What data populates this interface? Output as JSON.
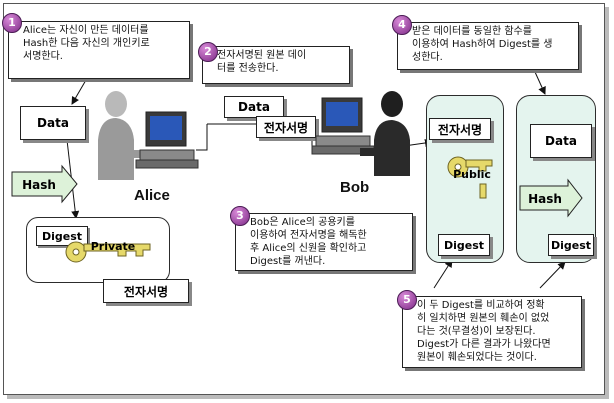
{
  "notes": {
    "n1": {
      "num": "1",
      "line1": "Alice는 자신이 만든 데이터를",
      "line2": "Hash한 다음 자신의 개인키로",
      "line3": "서명한다."
    },
    "n2": {
      "num": "2",
      "line1": "전자서명된 원본 데이",
      "line2": "터를 전송한다."
    },
    "n3": {
      "num": "3",
      "line1": "Bob은 Alice의 공용키를",
      "line2": "이용하여 전자서명을 해독한",
      "line3": "후 Alice의 신원을 확인하고",
      "line4": "Digest를 꺼낸다."
    },
    "n4": {
      "num": "4",
      "line1": "받은 데이터를 동일한 함수를",
      "line2": "이용하여 Hash하여 Digest를 생",
      "line3": "성한다."
    },
    "n5": {
      "num": "5",
      "line1": "이 두 Digest를 비교하여 정확",
      "line2": "히 일치하면 원본의 훼손이 없었",
      "line3": "다는 것(무결성)이 보장된다.",
      "line4": "Digest가 다른 결과가 나왔다면",
      "line5": "원본이 훼손되었다는 것이다."
    }
  },
  "alice": {
    "name": "Alice",
    "data": "Data",
    "hash": "Hash",
    "digest": "Digest",
    "key": "Private",
    "signature": "전자서명"
  },
  "transfer": {
    "data": "Data",
    "signature": "전자서명"
  },
  "bob": {
    "name": "Bob",
    "signature": "전자서명",
    "key": "Public",
    "digest_left": "Digest",
    "data": "Data",
    "hash": "Hash",
    "digest_right": "Digest"
  },
  "colors": {
    "panel": "#e4f4ee",
    "hash_arrow": "#ddf2d9",
    "key": "#e6d96a",
    "badge": "#8e3495"
  }
}
